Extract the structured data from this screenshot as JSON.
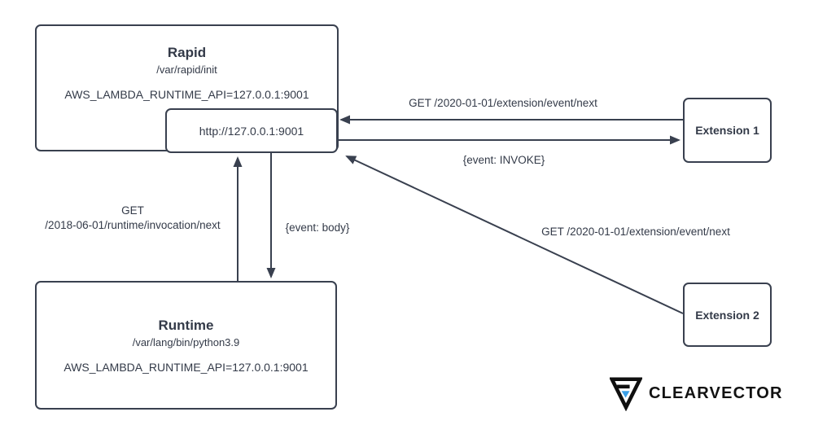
{
  "nodes": {
    "rapid": {
      "title": "Rapid",
      "path": "/var/rapid/init",
      "env": "AWS_LAMBDA_RUNTIME_API=127.0.0.1:9001"
    },
    "endpoint": {
      "label": "http://127.0.0.1:9001"
    },
    "runtime": {
      "title": "Runtime",
      "path": "/var/lang/bin/python3.9",
      "env": "AWS_LAMBDA_RUNTIME_API=127.0.0.1:9001"
    },
    "extension1": {
      "label": "Extension 1"
    },
    "extension2": {
      "label": "Extension 2"
    }
  },
  "edges": {
    "ext1_get": {
      "label": "GET /2020-01-01/extension/event/next"
    },
    "ext1_invoke": {
      "label": "{event: INVOKE}"
    },
    "ext2_get": {
      "label": "GET /2020-01-01/extension/event/next"
    },
    "runtime_get": {
      "line1": "GET",
      "line2": "/2018-06-01/runtime/invocation/next"
    },
    "runtime_body": {
      "label": "{event: body}"
    }
  },
  "branding": {
    "logo_text": "CLEARVECTOR"
  },
  "colors": {
    "stroke": "#39404f",
    "text": "#333a48",
    "logo_text": "#121212",
    "logo_blue": "#3aa0e8",
    "background": "#ffffff"
  }
}
